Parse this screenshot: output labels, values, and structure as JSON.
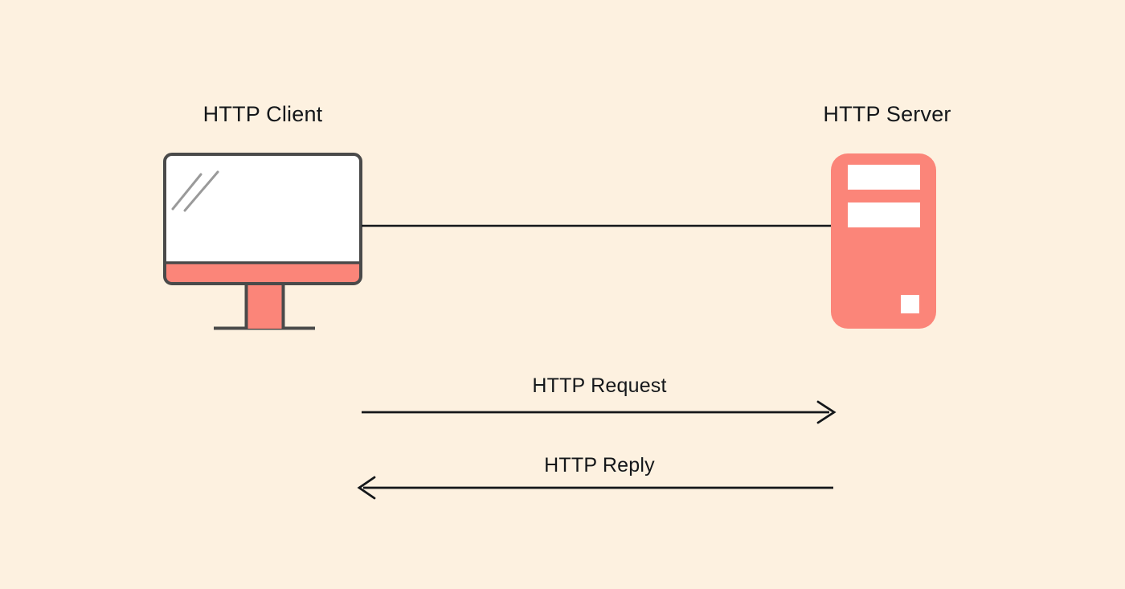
{
  "diagram": {
    "title": "HTTP Client / HTTP Server request-reply diagram",
    "background_color": "#FDF1E0",
    "accent_color": "#FB8579",
    "stroke_color": "#4A4A4A",
    "line_color": "#14171A",
    "screen_color": "#FFFFFF",
    "nodes": [
      {
        "id": "client",
        "label": "HTTP Client",
        "icon": "desktop-monitor-icon"
      },
      {
        "id": "server",
        "label": "HTTP Server",
        "icon": "server-tower-icon"
      }
    ],
    "connector": {
      "name": "client-server-link",
      "label": ""
    },
    "messages": [
      {
        "id": "request",
        "label": "HTTP Request",
        "direction": "right",
        "from": "client",
        "to": "server"
      },
      {
        "id": "reply",
        "label": "HTTP Reply",
        "direction": "left",
        "from": "server",
        "to": "client"
      }
    ]
  }
}
